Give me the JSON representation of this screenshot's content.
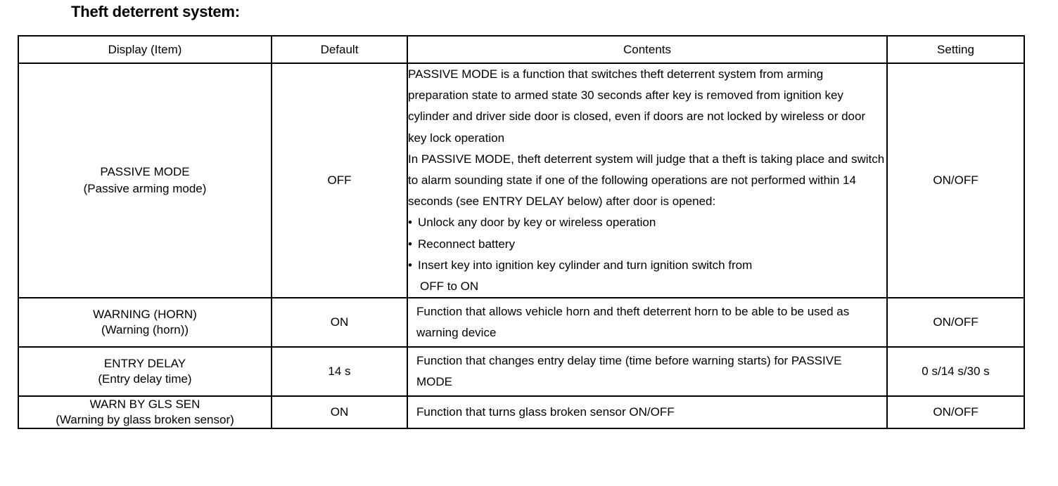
{
  "page": {
    "title": "Theft deterrent system:"
  },
  "table": {
    "columns": [
      {
        "key": "display",
        "label": "Display (Item)"
      },
      {
        "key": "default",
        "label": "Default"
      },
      {
        "key": "contents",
        "label": "Contents"
      },
      {
        "key": "setting",
        "label": "Setting"
      }
    ],
    "rows": [
      {
        "display_name": "PASSIVE MODE",
        "display_sub": "(Passive arming mode)",
        "default": "OFF",
        "contents_paragraphs": [
          "PASSIVE MODE is a function that switches theft deterrent system from arming preparation state to armed state 30 seconds after key is removed from ignition key cylinder and driver side door is closed, even if doors are not locked by wireless or door key lock operation",
          "In PASSIVE MODE, theft deterrent system will judge that a theft is taking place and switch to alarm sounding state if one of the following operations are not performed within 14 seconds (see ENTRY DELAY below) after door is opened:"
        ],
        "contents_bullets": [
          {
            "text": "Unlock any door by key or wireless operation",
            "continuation": ""
          },
          {
            "text": "Reconnect battery",
            "continuation": ""
          },
          {
            "text": "Insert key into ignition key cylinder and turn ignition switch from",
            "continuation": "OFF to ON"
          }
        ],
        "setting": "ON/OFF"
      },
      {
        "display_name": "WARNING (HORN)",
        "display_sub": "(Warning (horn))",
        "default": "ON",
        "contents_paragraphs": [
          "Function that allows vehicle horn and theft deterrent horn to be able to be used as warning device"
        ],
        "contents_bullets": [],
        "setting": "ON/OFF"
      },
      {
        "display_name": "ENTRY DELAY",
        "display_sub": "(Entry delay time)",
        "default": "14 s",
        "contents_paragraphs": [
          "Function that changes entry delay time (time before warning starts) for PASSIVE MODE"
        ],
        "contents_bullets": [],
        "setting": "0 s/14 s/30 s"
      },
      {
        "display_name": "WARN BY GLS SEN",
        "display_sub": "(Warning by glass broken sensor)",
        "default": "ON",
        "contents_paragraphs": [
          "Function that turns glass broken sensor ON/OFF"
        ],
        "contents_bullets": [],
        "setting": "ON/OFF"
      }
    ]
  }
}
